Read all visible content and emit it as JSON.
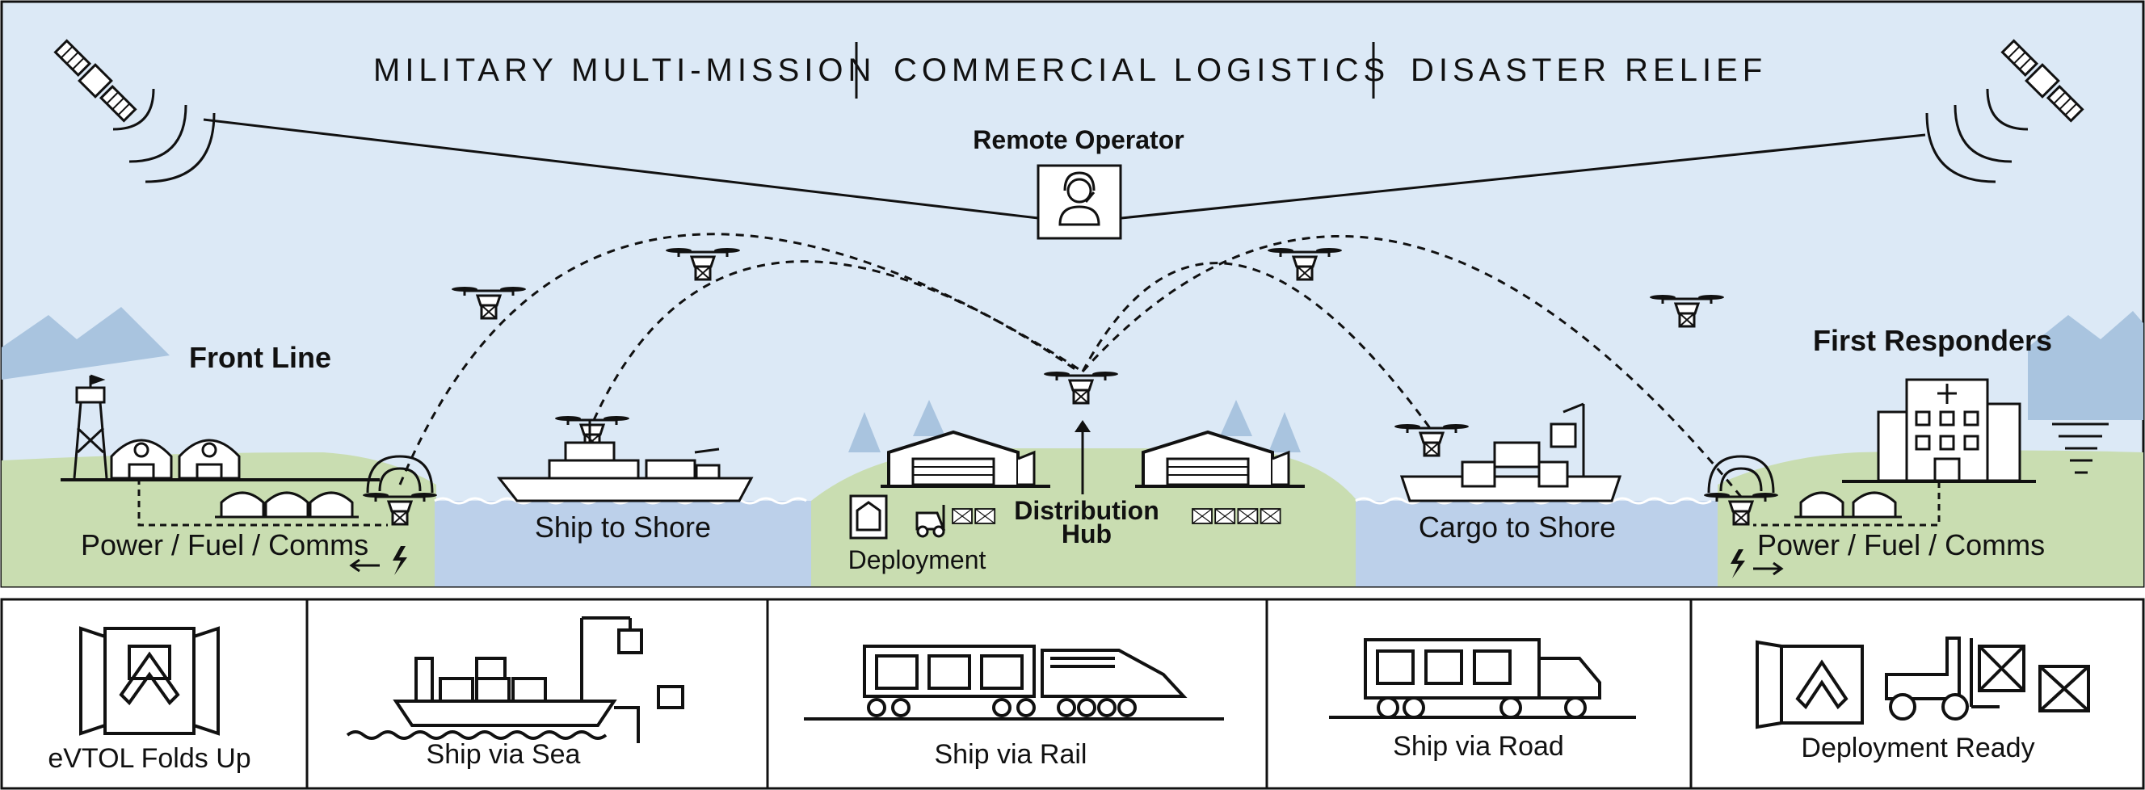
{
  "header": {
    "missions": [
      "MILITARY MULTI-MISSION",
      "COMMERCIAL LOGISTICS",
      "DISASTER RELIEF"
    ]
  },
  "scene": {
    "remote_operator": "Remote Operator",
    "front_line": "Front Line",
    "first_responders": "First Responders",
    "power_left": "Power / Fuel / Comms",
    "power_right": "Power / Fuel / Comms",
    "ship_to_shore": "Ship to Shore",
    "deployment": "Deployment",
    "distribution_hub_line1": "Distribution",
    "distribution_hub_line2": "Hub",
    "cargo_to_shore": "Cargo to Shore"
  },
  "stages": [
    {
      "label": "eVTOL Folds Up",
      "icon": "folded-evtol-icon"
    },
    {
      "label": "Ship via Sea",
      "icon": "cargo-ship-icon"
    },
    {
      "label": "Ship via Rail",
      "icon": "train-icon"
    },
    {
      "label": "Ship via Road",
      "icon": "truck-icon"
    },
    {
      "label": "Deployment Ready",
      "icon": "forklift-icon"
    }
  ],
  "colors": {
    "sky": "#dce9f6",
    "water": "#bcd0ea",
    "land": "#c9ddb1",
    "mountain": "#a9c4df",
    "ink": "#111111"
  }
}
